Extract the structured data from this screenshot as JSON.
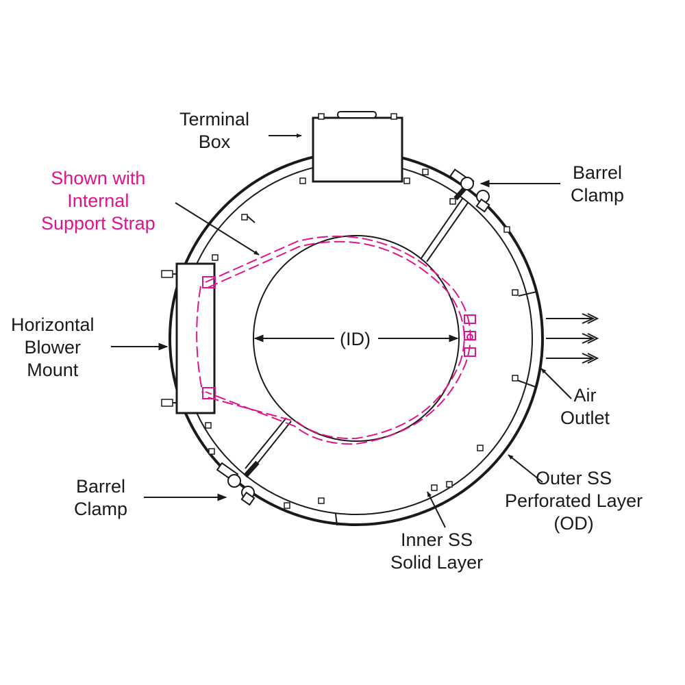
{
  "colors": {
    "line": "#1a1a1a",
    "accent": "#e0138c",
    "background": "#ffffff"
  },
  "labels": {
    "terminal_box": [
      "Terminal",
      "Box"
    ],
    "support_strap": [
      "Shown with",
      "Internal",
      "Support Strap"
    ],
    "barrel_clamp_top": [
      "Barrel",
      "Clamp"
    ],
    "horizontal_blower": [
      "Horizontal",
      "Blower",
      "Mount"
    ],
    "id": "(ID)",
    "air_outlet": [
      "Air",
      "Outlet"
    ],
    "barrel_clamp_bottom": [
      "Barrel",
      "Clamp"
    ],
    "outer_layer": [
      "Outer SS",
      "Perforated Layer",
      "(OD)"
    ],
    "inner_layer": [
      "Inner SS",
      "Solid Layer"
    ]
  }
}
